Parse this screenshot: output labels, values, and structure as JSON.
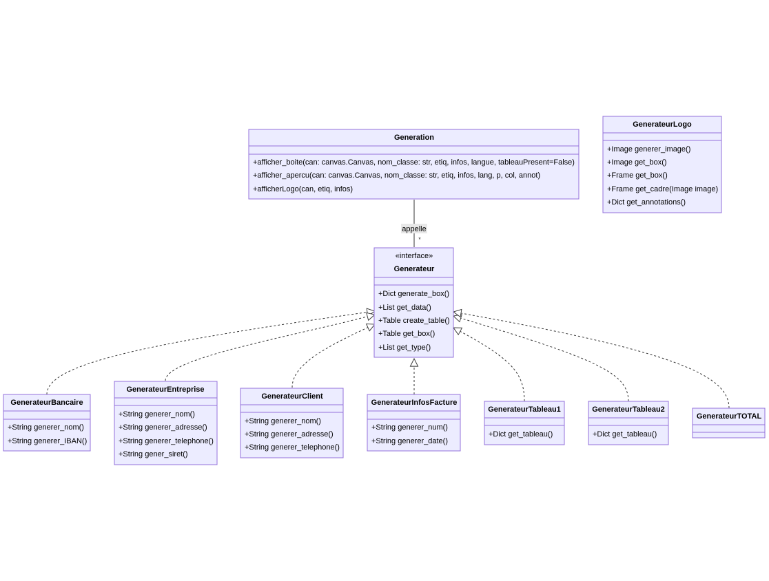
{
  "diagram": {
    "type": "uml-class-diagram",
    "colors": {
      "box_fill": "#ECECFF",
      "box_stroke": "#9370DB",
      "edge": "#333333",
      "label_bg": "#E8E8E8"
    },
    "classes": {
      "generation": {
        "name": "Generation",
        "methods": [
          "+afficher_boite(can: canvas.Canvas, nom_classe: str, etiq, infos, langue, tableauPresent=False)",
          "+afficher_apercu(can: canvas.Canvas, nom_classe: str, etiq, infos, lang, p, col, annot)",
          "+afficherLogo(can, etiq, infos)"
        ]
      },
      "logo": {
        "name": "GenerateurLogo",
        "methods": [
          "+Image generer_image()",
          "+Image get_box()",
          "+Frame get_box()",
          "+Frame get_cadre(Image image)",
          "+Dict get_annotations()"
        ]
      },
      "generateur": {
        "stereotype": "«interface»",
        "name": "Generateur",
        "methods": [
          "+Dict generate_box()",
          "+List get_data()",
          "+Table create_table()",
          "+Table get_box()",
          "+List get_type()"
        ]
      },
      "bancaire": {
        "name": "GenerateurBancaire",
        "methods": [
          "+String generer_nom()",
          "+String generer_IBAN()"
        ]
      },
      "entreprise": {
        "name": "GenerateurEntreprise",
        "methods": [
          "+String generer_nom()",
          "+String generer_adresse()",
          "+String generer_telephone()",
          "+String gener_siret()"
        ]
      },
      "client": {
        "name": "GenerateurClient",
        "methods": [
          "+String generer_nom()",
          "+String generer_adresse()",
          "+String generer_telephone()"
        ]
      },
      "infos": {
        "name": "GenerateurInfosFacture",
        "methods": [
          "+String generer_num()",
          "+String generer_date()"
        ]
      },
      "tableau1": {
        "name": "GenerateurTableau1",
        "methods": [
          "+Dict get_tableau()"
        ]
      },
      "tableau2": {
        "name": "GenerateurTableau2",
        "methods": [
          "+Dict get_tableau()"
        ]
      },
      "total": {
        "name": "GenerateurTOTAL",
        "methods": []
      }
    },
    "relations": {
      "appelle": {
        "label": "appelle",
        "cardinality": "*"
      }
    }
  }
}
